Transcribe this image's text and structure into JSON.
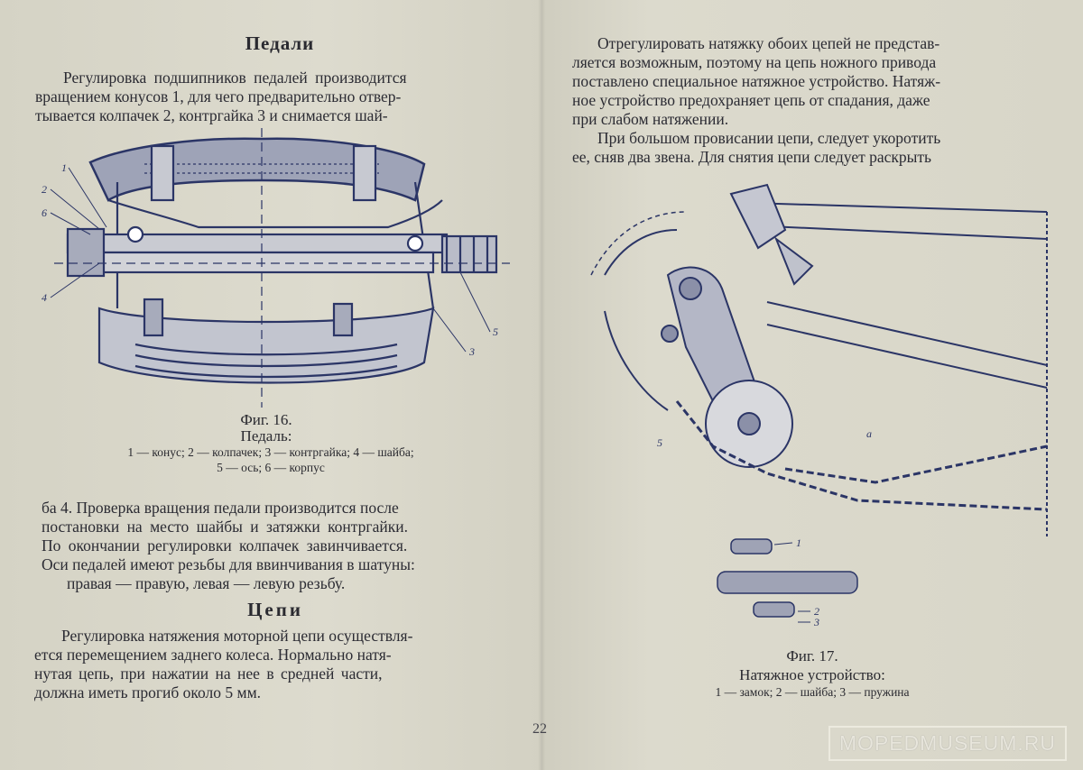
{
  "left": {
    "pedal_heading": "Педали",
    "pedal_lines": [
      "Регулировка подшипников педалей производится",
      "вращением конусов 1, для чего предварительно отвер-",
      "тывается колпачек 2, контргайка 3 и снимается шай-"
    ],
    "fig16_title": "Фиг. 16.",
    "fig16_subtitle": "Педаль:",
    "fig16_legend_1": "1 — конус; 2 — колпачек; 3 — контргайка; 4 — шайба;",
    "fig16_legend_2": "5 — ось; 6 — корпус",
    "fig16_labels": [
      "1",
      "2",
      "6",
      "4",
      "5",
      "3"
    ],
    "after_lines": [
      "ба 4. Проверка вращения педали производится после",
      "постановки на место шайбы и затяжки контргайки.",
      "По окончании регулировки колпачек завинчивается.",
      "Оси педалей имеют резьбы для ввинчивания в шатуны:",
      "правая — правую, левая — левую резьбу."
    ],
    "chain_heading": "Цепи",
    "chain_lines": [
      "Регулировка натяжения моторной цепи осуществля-",
      "ется перемещением заднего колеса. Нормально натя-",
      "нутая цепь, при нажатии на нее в средней части,",
      "должна иметь прогиб около 5 мм."
    ]
  },
  "right": {
    "lines": [
      "Отрегулировать натяжку обоих цепей не представ-",
      "ляется возможным, поэтому на цепь ножного привода",
      "поставлено специальное натяжное устройство. Натяж-",
      "ное устройство предохраняет цепь от спадания, даже",
      "при слабом натяжении."
    ],
    "lines2": [
      "При большом провисании цепи, следует укоротить",
      "ее, сняв два звена. Для снятия цепи следует раскрыть"
    ],
    "fig17_title": "Фиг. 17.",
    "fig17_subtitle": "Натяжное устройство:",
    "fig17_legend": "1 — замок; 2 — шайба; 3 — пружина",
    "fig17_labels": [
      "5",
      "a",
      "1",
      "2",
      "3"
    ]
  },
  "page_number": "22",
  "watermark": "MOPEDMUSEUM.RU"
}
